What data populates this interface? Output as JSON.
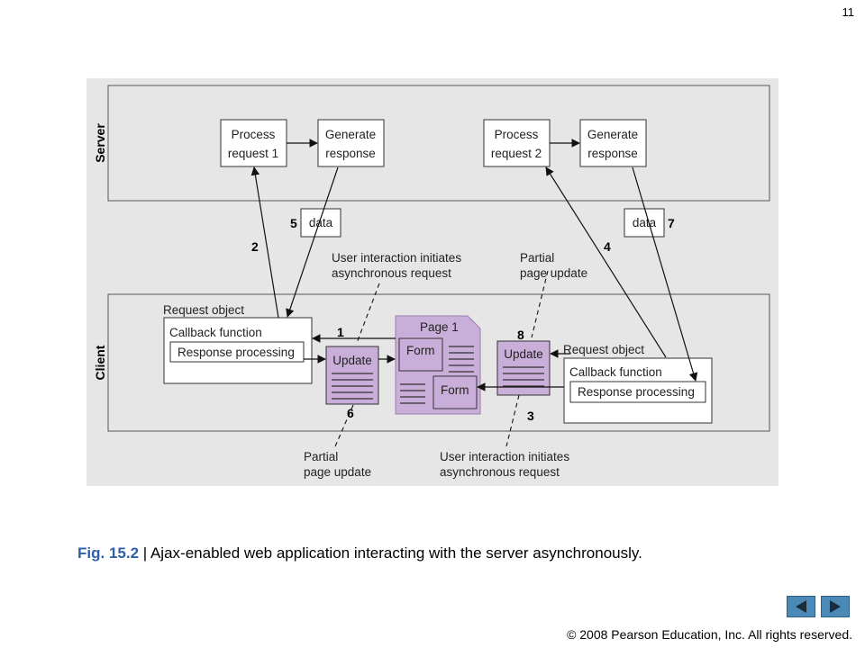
{
  "slide": {
    "number": "11"
  },
  "diagram": {
    "server": {
      "label": "Server",
      "process1": [
        "Process",
        "request 1"
      ],
      "generate1": [
        "Generate",
        "response"
      ],
      "process2": [
        "Process",
        "request 2"
      ],
      "generate2": [
        "Generate",
        "response"
      ]
    },
    "client": {
      "label": "Client",
      "request_object_1": "Request object",
      "callback_1": "Callback function",
      "response_processing_1": "Response processing",
      "update_left": "Update",
      "page": "Page 1",
      "form_top": "Form",
      "form_bottom": "Form",
      "update_right": "Update",
      "request_object_2": "Request object",
      "callback_2": "Callback function",
      "response_processing_2": "Response processing"
    },
    "data_left": "data",
    "data_right": "data",
    "steps": {
      "s1": "1",
      "s2": "2",
      "s3": "3",
      "s4": "4",
      "s5": "5",
      "s6": "6",
      "s7": "7",
      "s8": "8"
    },
    "annotations": {
      "top_left": [
        "User interaction initiates",
        "asynchronous request"
      ],
      "top_right": [
        "Partial",
        "page update"
      ],
      "bottom_left": [
        "Partial",
        "page update"
      ],
      "bottom_right": [
        "User interaction initiates",
        "asynchronous request"
      ]
    },
    "colors": {
      "panel": "#e6e6e6",
      "page_fill": "#c9aed9",
      "update_fill": "#c9aed9"
    }
  },
  "caption": {
    "fig_number": "Fig. 15.2",
    "separator": " | ",
    "text": "Ajax-enabled web application interacting with the server asynchronously."
  },
  "nav": {
    "prev_icon": "triangle-left-icon",
    "next_icon": "triangle-right-icon"
  },
  "footer": {
    "copyright": "© 2008 Pearson Education, Inc.  All rights reserved."
  }
}
